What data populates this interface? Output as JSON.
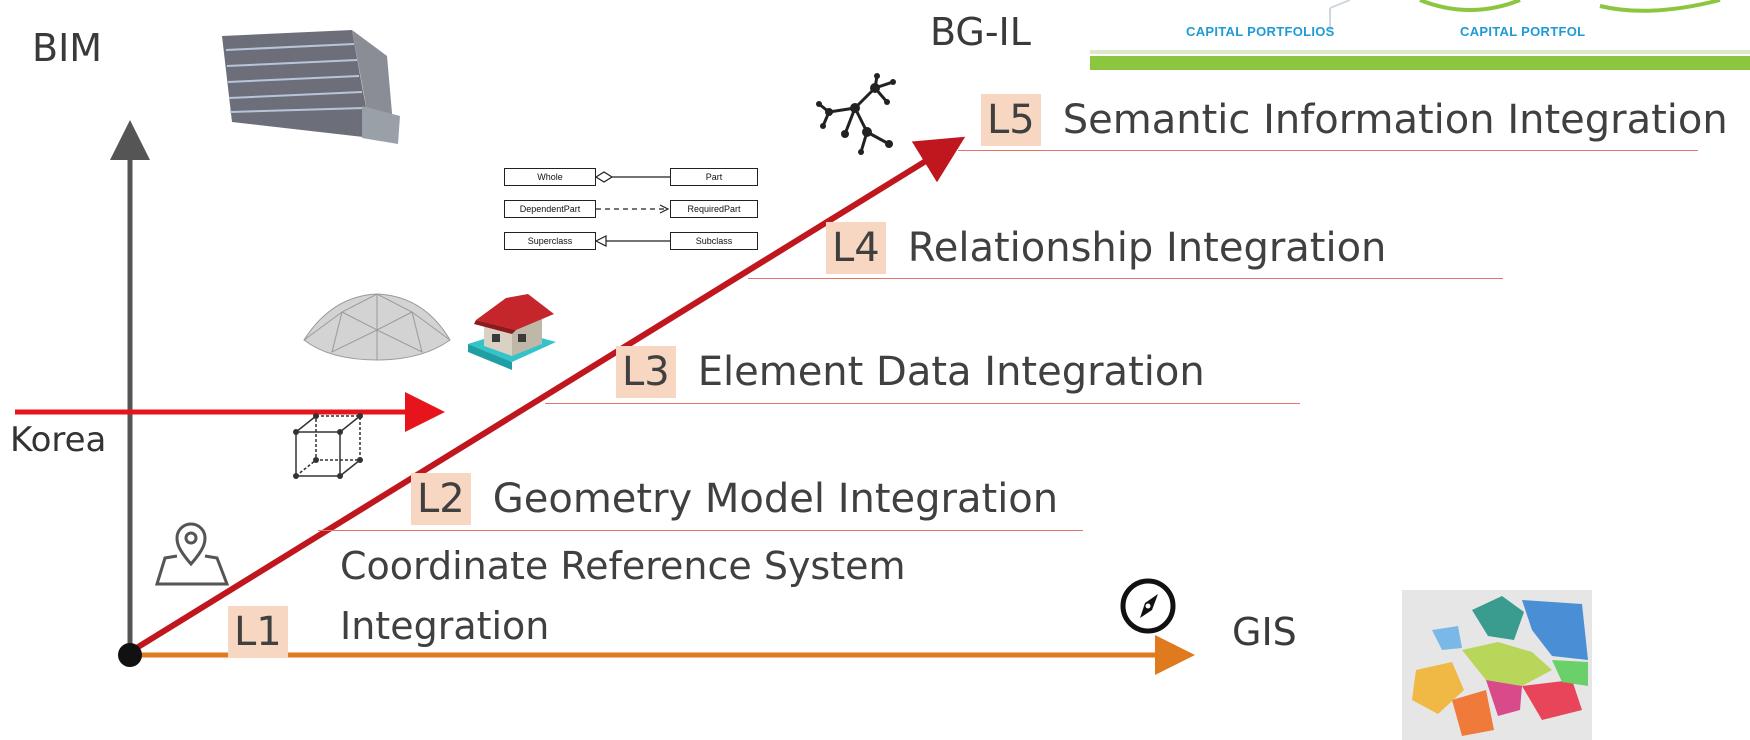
{
  "axes": {
    "vertical_label": "BIM",
    "horizontal_label": "GIS",
    "diagonal_label": "BG-IL",
    "marker_label": "Korea"
  },
  "levels": [
    {
      "id": "L1",
      "name_line1": "Coordinate Reference System",
      "name_line2": "Integration"
    },
    {
      "id": "L2",
      "name": "Geometry Model Integration"
    },
    {
      "id": "L3",
      "name": "Element Data Integration"
    },
    {
      "id": "L4",
      "name": "Relationship Integration"
    },
    {
      "id": "L5",
      "name": "Semantic Information Integration"
    }
  ],
  "logo": {
    "text_left": "CAPITAL PORTFOLIOS",
    "text_right": "CAPITAL PORTFOL"
  },
  "uml": {
    "whole": "Whole",
    "part": "Part",
    "dependent": "DependentPart",
    "required": "RequiredPart",
    "superclass": "Superclass",
    "subclass": "Subclass"
  },
  "colors": {
    "diagonal_arrow": "#c0161e",
    "horizontal_arrow": "#e07a1e",
    "vertical_arrow": "#555555",
    "korea_arrow": "#e8141c",
    "level_box": "#f7d7c2",
    "underline": "#e0766a",
    "logo_bar": "#8cc63f"
  },
  "icons": [
    "building-3d-icon",
    "network-graph-icon",
    "uml-diagram-icon",
    "dome-mesh-icon",
    "house-3d-icon",
    "cube-wireframe-icon",
    "map-pin-icon",
    "compass-icon",
    "europe-map-icon"
  ]
}
